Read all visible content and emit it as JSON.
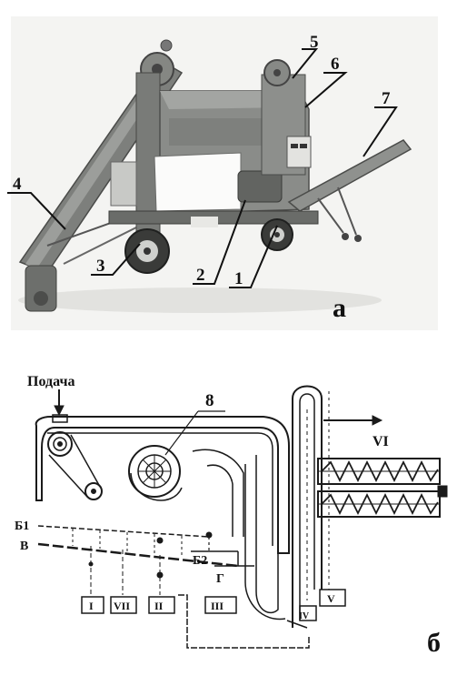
{
  "photo": {
    "numbers": [
      "1",
      "2",
      "3",
      "4",
      "5",
      "6",
      "7"
    ],
    "panel_letter": "а"
  },
  "schematic": {
    "feed_label": "Подача",
    "part_number": "8",
    "output_label": "VI",
    "labels": {
      "b1": "Б1",
      "b2": "Б2",
      "v": "В",
      "g": "Г"
    },
    "bins": [
      "I",
      "VII",
      "II",
      "III",
      "IV",
      "V"
    ],
    "panel_letter": "б"
  }
}
